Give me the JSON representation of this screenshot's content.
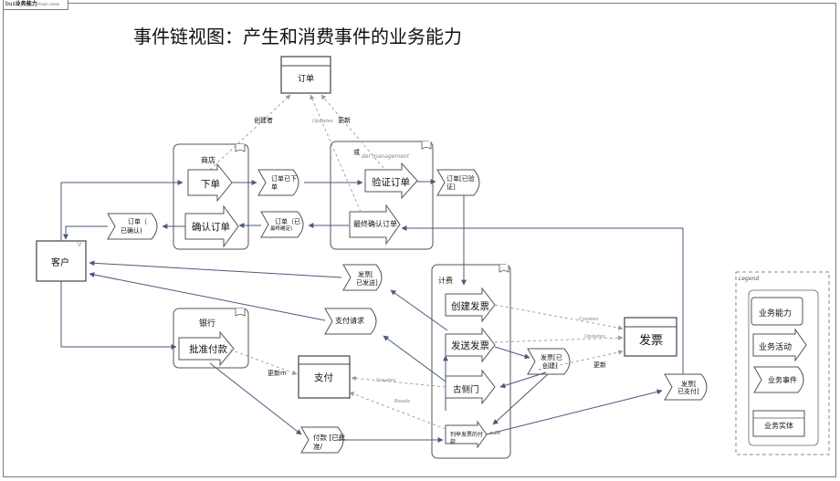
{
  "tab": {
    "prefix": "bus",
    "title": "业务能力",
    "suffix": "chain view"
  },
  "title": "事件链视图：产生和消费事件的业务能力",
  "capabilities": {
    "store": "商店",
    "order_mgmt_or": "或",
    "order_mgmt_en": "der management",
    "bank": "银行",
    "billing": "计费"
  },
  "entities": {
    "order": "订单",
    "customer": "客户",
    "invoice": "发票",
    "payment": "支付"
  },
  "activities": {
    "place_order": "下单",
    "confirm_order": "确认订单",
    "validate_order": "验证订单",
    "final_confirm": "最终确认订单",
    "approve_payment": "批准付款",
    "create_invoice": "创建发票",
    "send_invoice": "发送发票",
    "ancient_dept": "古侧门",
    "nested_invoice_1": "列举发票的付",
    "nested_invoice_2": "款"
  },
  "events": {
    "order_placed_1": "订单已下",
    "order_placed_2": "单",
    "order_validated_1": "订单[已验",
    "order_validated_2": "证]",
    "order_final_1": "订单（已",
    "order_final_2": "最终确定)",
    "order_confirmed_1": "订单（",
    "order_confirmed_2": "已确认)",
    "invoice_sent_1": "发票[",
    "invoice_sent_2": "已发送]",
    "payment_request": "支付请求",
    "invoice_created_1": "发票[已",
    "invoice_created_2": "创建]",
    "invoice_paid_1": "发票[",
    "invoice_paid_2": "已支付]",
    "payment_approved_1": "付款 [已批",
    "payment_approved_2": "准/"
  },
  "relations": {
    "creator": "创建者",
    "updates_en": "Updates",
    "update": "更新",
    "update_m": "更新m",
    "creates_en": "Creates",
    "reads_en": "Reads",
    "updates2_en": "Updates",
    "update_2": "更新",
    "creates2_en": "Creates",
    "edit_stray": "edit"
  },
  "legend": {
    "title": "Legend",
    "capability": "业务能力",
    "activity": "业务活动",
    "event": "业务事件",
    "entity": "业务实体"
  }
}
